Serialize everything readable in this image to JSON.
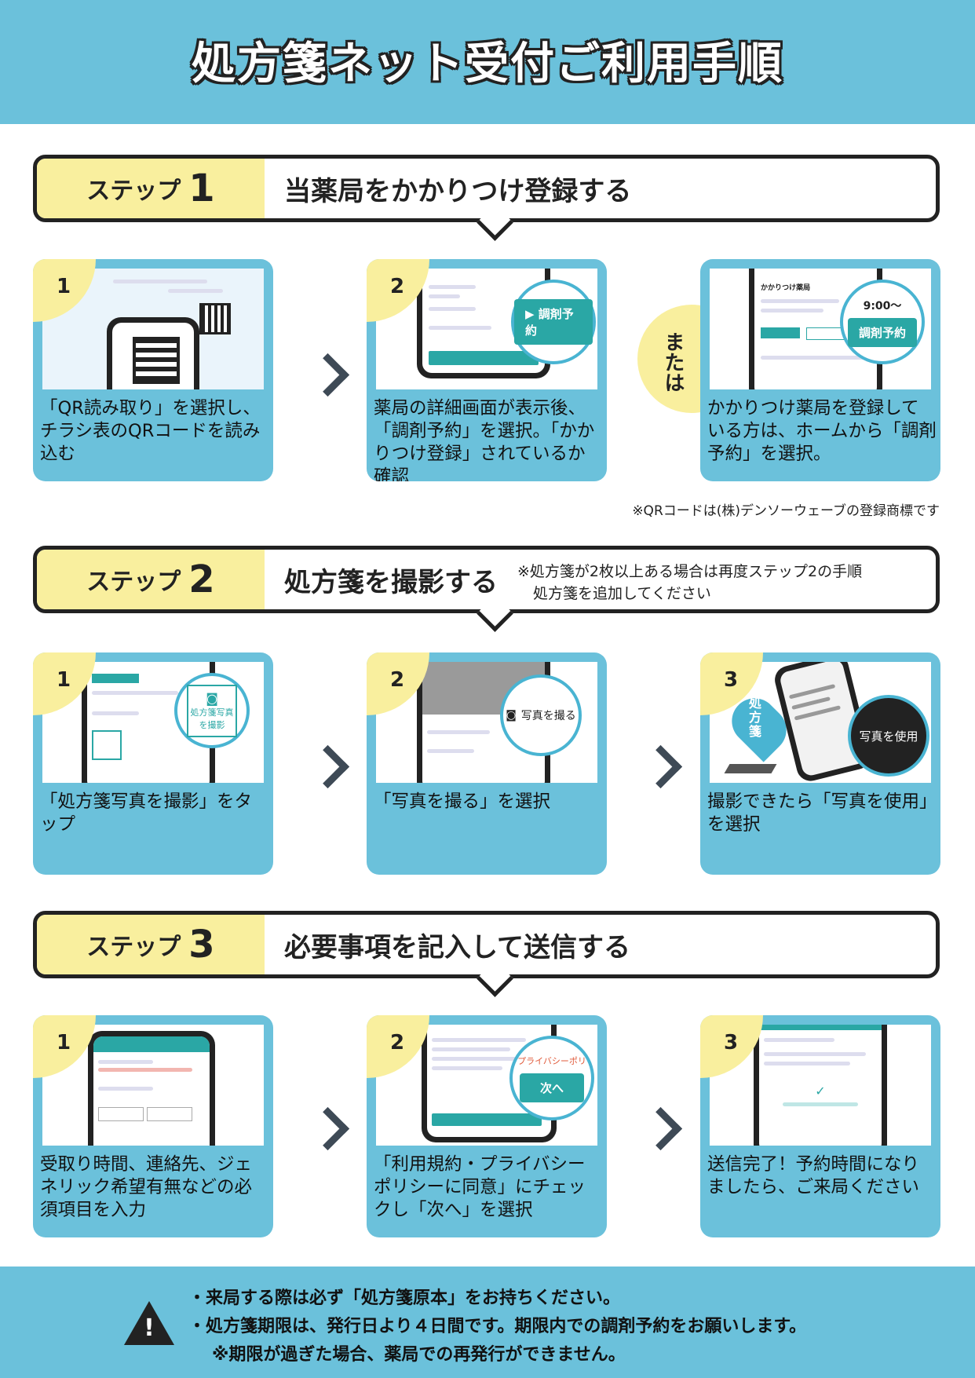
{
  "title": "処方箋ネット受付ご利用手順",
  "step_word": "ステップ",
  "steps": [
    {
      "number": "1",
      "title": "当薬局をかかりつけ登録する",
      "note": "",
      "cards": [
        {
          "num": "1",
          "text": "「QR読み取り」を選択し、チラシ表のQRコードを読み込む"
        },
        {
          "num": "2",
          "text": "薬局の詳細画面が表示後、「調剤予約」を選択。「かかりつけ登録」されているか確認"
        },
        {
          "num": "",
          "text": "かかりつけ薬局を登録している方は、ホームから「調剤予約」を選択。"
        }
      ],
      "or_label": "または",
      "footnote": "※QRコードは(株)デンソーウェーブの登録商標です"
    },
    {
      "number": "2",
      "title": "処方箋を撮影する",
      "note_line1": "※処方箋が2枚以上ある場合は再度ステップ2の手順",
      "note_line2": "処方箋を追加してください",
      "cards": [
        {
          "num": "1",
          "text": "「処方箋写真を撮影」をタップ"
        },
        {
          "num": "2",
          "text": "「写真を撮る」を選択"
        },
        {
          "num": "3",
          "text": "撮影できたら「写真を使用」を選択"
        }
      ]
    },
    {
      "number": "3",
      "title": "必要事項を記入して送信する",
      "cards": [
        {
          "num": "1",
          "text": "受取り時間、連絡先、ジェネリック希望有無などの必須項目を入力"
        },
        {
          "num": "2",
          "text": "「利用規約・プライバシーポリシーに同意」にチェックし「次へ」を選択"
        },
        {
          "num": "3",
          "text": "送信完了！予約時間になりましたら、ご来局ください"
        }
      ]
    }
  ],
  "screens": {
    "reserve_button": "調剤予約",
    "reserve_time": "9:00〜",
    "photo_button": "処方箋写真を撮影",
    "take_photo": "写真を撮る",
    "use_photo": "写真を使用",
    "prescription": "処方箋",
    "next_button": "次へ",
    "privacy": "プライバシーポリ",
    "pharmacy_name": "かかりつけ薬局"
  },
  "footer": {
    "line1": "・来局する際は必ず「処方箋原本」をお持ちください。",
    "line2": "・処方箋期限は、発行日より４日間です。期限内での調剤予約をお願いします。",
    "line3": "※期限が過ぎた場合、薬局での再発行ができません。",
    "warning_mark": "!"
  }
}
